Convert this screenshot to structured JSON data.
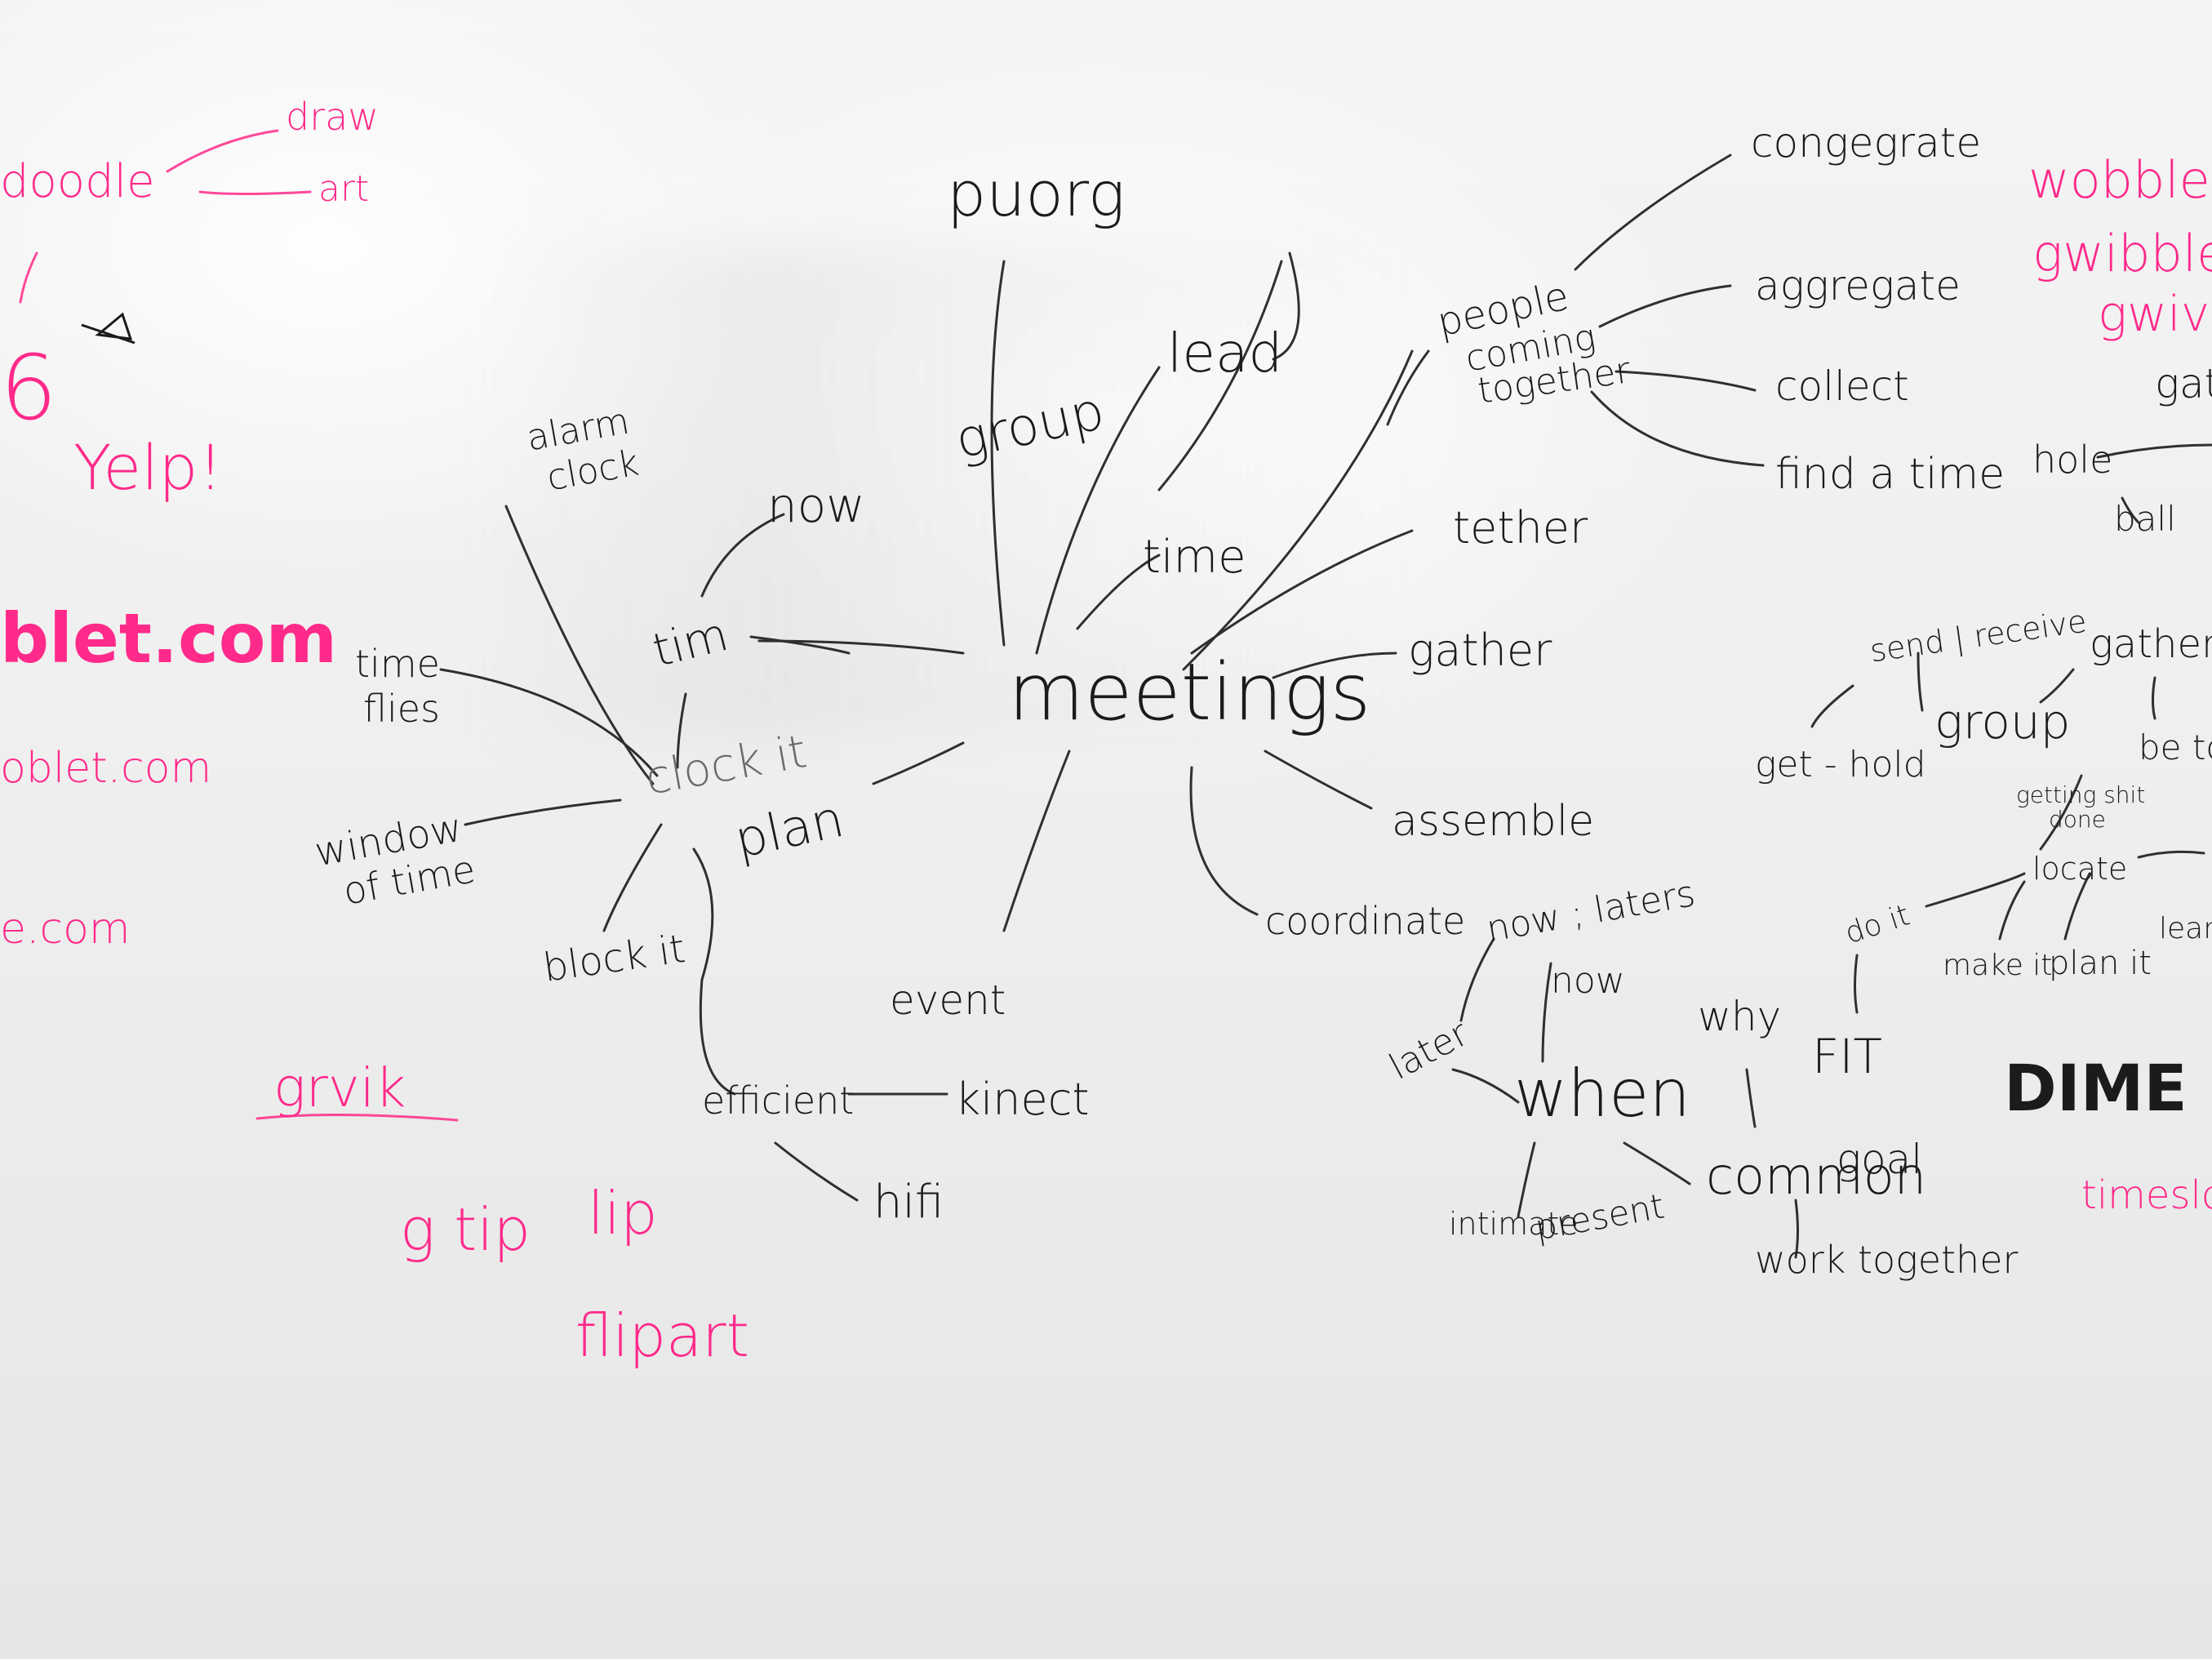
{
  "colors": {
    "black_ink": "#1b1b1b",
    "pink_ink": "#ff2a8a",
    "board": "#f0f0f0"
  },
  "pink_left": {
    "doodle": "doodle",
    "draw": "draw",
    "art": "art",
    "six": "6",
    "yelp": "Yelp!",
    "blet": "blet.com",
    "oblet": "oblet.com",
    "ecom": "e.com",
    "grvik": "grvik",
    "gtip": "g tip",
    "lip": "lip",
    "flipart": "flipart"
  },
  "pink_right": {
    "wobble": "wobble.m",
    "gwibble": "gwibble",
    "gwivor": "gwivor",
    "timeslot": "timeslo"
  },
  "mindmap": {
    "center": "meetings",
    "puorg": "puorg",
    "group": "group",
    "lead": "lead",
    "time": "time",
    "people_coming_together": [
      "people",
      "coming",
      "together"
    ],
    "congegrate": "congegrate",
    "aggregate": "aggregate",
    "collect": "collect",
    "find_a_time": "find a time",
    "tether": "tether",
    "gather": "gather",
    "assemble": "assemble",
    "coordinate": "coordinate",
    "event": "event",
    "plan": "plan",
    "clock_it": "clock it",
    "tim": "tim",
    "now": "now",
    "alarm_clock": [
      "alarm",
      "clock"
    ],
    "time_flies": [
      "time",
      "flies"
    ],
    "window_of_time": [
      "window",
      "of time"
    ],
    "block_it": "block it",
    "efficient": "efficient",
    "kinect": "kinect",
    "hifi": "hifi"
  },
  "when_cluster": {
    "now_laters": "now ; laters",
    "now": "now",
    "later": "later",
    "when": "when",
    "intimate": "intimate",
    "present": "present",
    "why": "why",
    "common_goal": [
      "common",
      "goal"
    ],
    "work_together": "work together",
    "fit": "FIT",
    "dime": "DIME"
  },
  "right_cluster": {
    "send_receive": "send | receive",
    "gather": "gather",
    "group": "group",
    "get_hold": "get - hold",
    "be_to": "be tog",
    "getting_shit_done": [
      "getting shit",
      "done"
    ],
    "locate": "locate",
    "do_it": "do it",
    "make_it": "make it",
    "plan_it": "plan it",
    "learn": "learn",
    "hole": "hole",
    "ball": "ball",
    "gath": "gath"
  }
}
